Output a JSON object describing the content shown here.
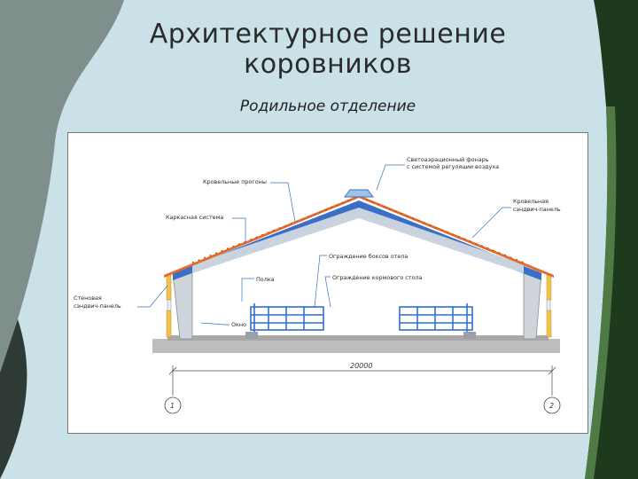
{
  "slide": {
    "title_line1": "Архитектурное решение",
    "title_line2": "коровников",
    "subtitle": "Родильное отделение"
  },
  "diagram": {
    "labels": {
      "lantern_line1": "Светоаэрационный фонарь",
      "lantern_line2": "с системой регуляции воздуха",
      "purlins": "Кровельные прогоны",
      "frame": "Каркасная система",
      "roof_panel_line1": "Кровельная",
      "roof_panel_line2": "сэндвич-панель",
      "box_fence": "Ограждение боксов отела",
      "feed_fence": "Ограждение кормового стола",
      "bedding": "Полка",
      "wall_panel_line1": "Стеновая",
      "wall_panel_line2": "сэндвич-панель",
      "window": "Окно"
    },
    "dimension": "20000",
    "axis_left": "1",
    "axis_right": "2",
    "colors": {
      "roof_blue": "#3a6fc4",
      "roof_orange": "#e46a2a",
      "fence_blue": "#2f6fd0",
      "column_gray": "#cfd4da",
      "wall_yellow": "#f2c24a",
      "ground": "#bdbdbd"
    }
  }
}
